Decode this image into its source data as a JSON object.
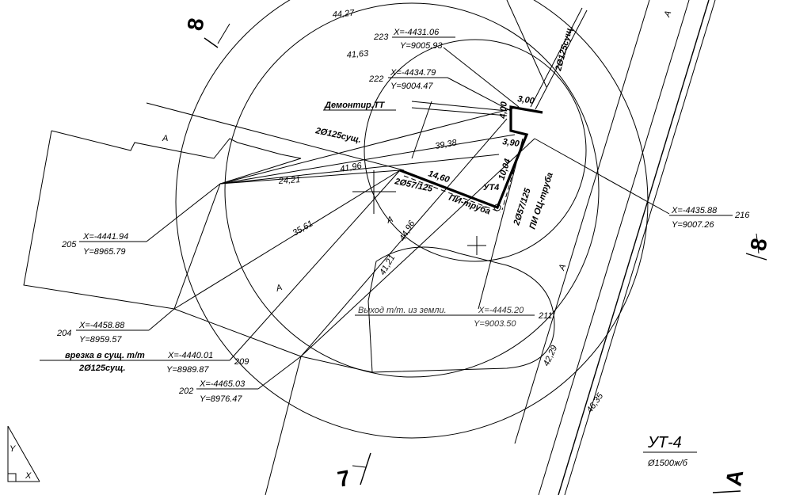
{
  "points": {
    "p223": {
      "num": "223",
      "x": "X=-4431.06",
      "y": "Y=9005.93"
    },
    "p222": {
      "num": "222",
      "x": "X=-4434.79",
      "y": "Y=9004.47"
    },
    "p216": {
      "num": "216",
      "x": "X=-4435.88",
      "y": "Y=9007.26"
    },
    "p205": {
      "num": "205",
      "x": "X=-4441.94",
      "y": "Y=8965.79"
    },
    "p204": {
      "num": "204",
      "x": "X=-4458.88",
      "y": "Y=8959.57"
    },
    "p209": {
      "num": "209",
      "x": "X=-4440.01",
      "y": "Y=8989.87",
      "label1": "врезка в сущ. т/т",
      "label2": "2Ø125сущ."
    },
    "p202": {
      "num": "202",
      "x": "X=-4465.03",
      "y": "Y=8976.47"
    },
    "p211": {
      "num": "211",
      "x": "X=-4445.20",
      "y": "Y=9003.50",
      "label": "Выход т/т. из земли."
    }
  },
  "dims": [
    "44,27",
    "41,63",
    "39,38",
    "41,96",
    "24,21",
    "35,61",
    "41,21",
    "44,96",
    "14,60",
    "10,04",
    "4,00",
    "3,00",
    "3,90",
    "42,29",
    "46,35"
  ],
  "labels": {
    "demont": "Демонтир.ТТ",
    "existing_pipe": "2Ø125сущ.",
    "existing_pipe_top": "2Ø125сущ.",
    "pipe_a": "2Ø57/125",
    "pipe_a_type": "ПИ-труба",
    "pipe_b": "2Ø57/125",
    "pipe_b_type": "ПИ ОЦ-труба",
    "ut4_small": "УТ4",
    "zone_a": "А"
  },
  "sections": {
    "s8_top": "8",
    "s8_right": "8",
    "s7": "7",
    "sA": "А"
  },
  "title": {
    "name": "УТ-4",
    "sub": "Ø1500ж/б"
  }
}
